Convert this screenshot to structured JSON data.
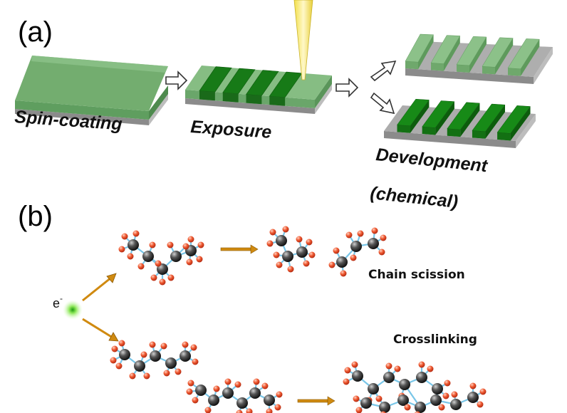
{
  "panels": {
    "a_label": "(a)",
    "b_label": "(b)"
  },
  "steps": {
    "spin_coating": "Spin-coating",
    "exposure": "Exposure",
    "development": "Development",
    "chemical": "(chemical)"
  },
  "electron": {
    "symbol": "e",
    "charge": "-"
  },
  "processes": {
    "chain_scission": "Chain scission",
    "crosslinking": "Crosslinking"
  },
  "colors": {
    "resist_green": "#6aa86a",
    "resist_green_light": "#8dc08a",
    "exposed_green": "#187a18",
    "substrate_gray": "#9a9a9a",
    "arrow_orange": "#d08a10",
    "carbon": "#333333",
    "hydrogen": "#e84a2a",
    "bond": "#79c6e8",
    "electron_glow": "#7fe050"
  }
}
